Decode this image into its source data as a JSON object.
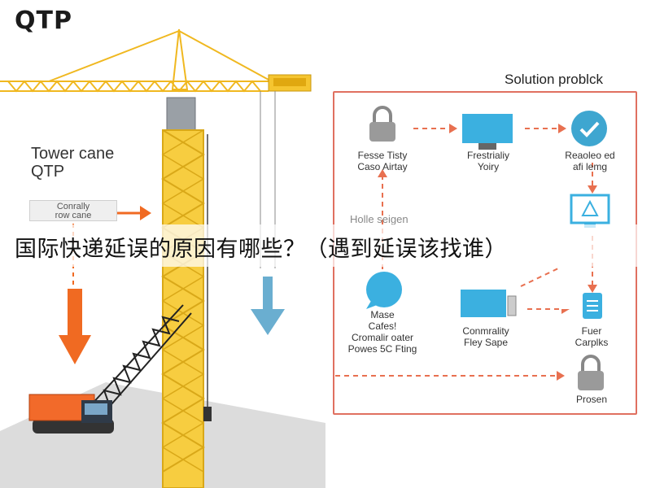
{
  "logo": "QTP",
  "left": {
    "title_line1": "Tower cane",
    "title_line2": "QTP",
    "badge_line1": "Conrally",
    "badge_line2": "row cane"
  },
  "panel": {
    "title": "Solution problck",
    "mid_label": "Holle seigen",
    "nodes": [
      {
        "line1": "Fesse Tisty",
        "line2": "Caso Airtay"
      },
      {
        "line1": "Frestrialiy",
        "line2": "Yoiry"
      },
      {
        "line1": "Reaoleo ed",
        "line2": "afi lemg"
      },
      {
        "line1": "Mase",
        "line2": "Cafes!",
        "line3": "Cromalir oater",
        "line4": "Powes 5C Fting"
      },
      {
        "line1": "Conmrality",
        "line2": "Fley Sape"
      },
      {
        "line1": "Fuer",
        "line2": "Carplks"
      },
      {
        "line1": "Prosen"
      }
    ]
  },
  "banner": {
    "text": "国际快递延误的原因有哪些？（遇到延误该找谁）"
  },
  "colors": {
    "crane_yellow": "#f5c530",
    "arrow_orange": "#f06a22",
    "arrow_blue": "#6aaed0",
    "panel_border": "#e07060",
    "icon_blue": "#3bb0e0",
    "icon_teal": "#3ea6d0"
  }
}
